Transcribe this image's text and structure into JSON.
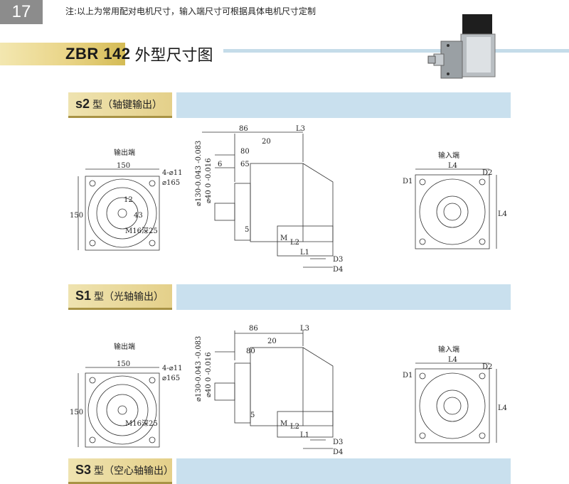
{
  "page": {
    "number": "17",
    "note": "注:以上为常用配对电机尺寸，输入端尺寸可根据具体电机尺寸定制"
  },
  "title": {
    "model": "ZBR 142",
    "subtitle": "外型尺寸图"
  },
  "sections": [
    {
      "code": "s2",
      "desc": "型（轴键输出）"
    },
    {
      "code": "S1",
      "desc": "型（光轴输出）"
    },
    {
      "code": "S3",
      "desc": "型（空心轴输出）"
    }
  ],
  "labels": {
    "output_end": "输出端",
    "input_end": "输入端",
    "dim_150": "150",
    "holes": "4-⌀11",
    "bolt_circle": "⌀165",
    "dim_86": "86",
    "dim_L3": "L3",
    "dim_20": "20",
    "dim_80": "80",
    "dim_65": "65",
    "dim_6": "6",
    "dim_5": "5",
    "dim_12": "12",
    "dim_43": "43",
    "thread": "M16深25",
    "pilot": "⌀130-0.043 -0.083",
    "shaft": "⌀40 0 -0.016",
    "dim_M": "M",
    "dim_L2": "L2",
    "dim_L1": "L1",
    "dim_D3": "D3",
    "dim_D4": "D4",
    "dim_L4": "L4",
    "dim_D1": "D1",
    "dim_D2": "D2"
  }
}
